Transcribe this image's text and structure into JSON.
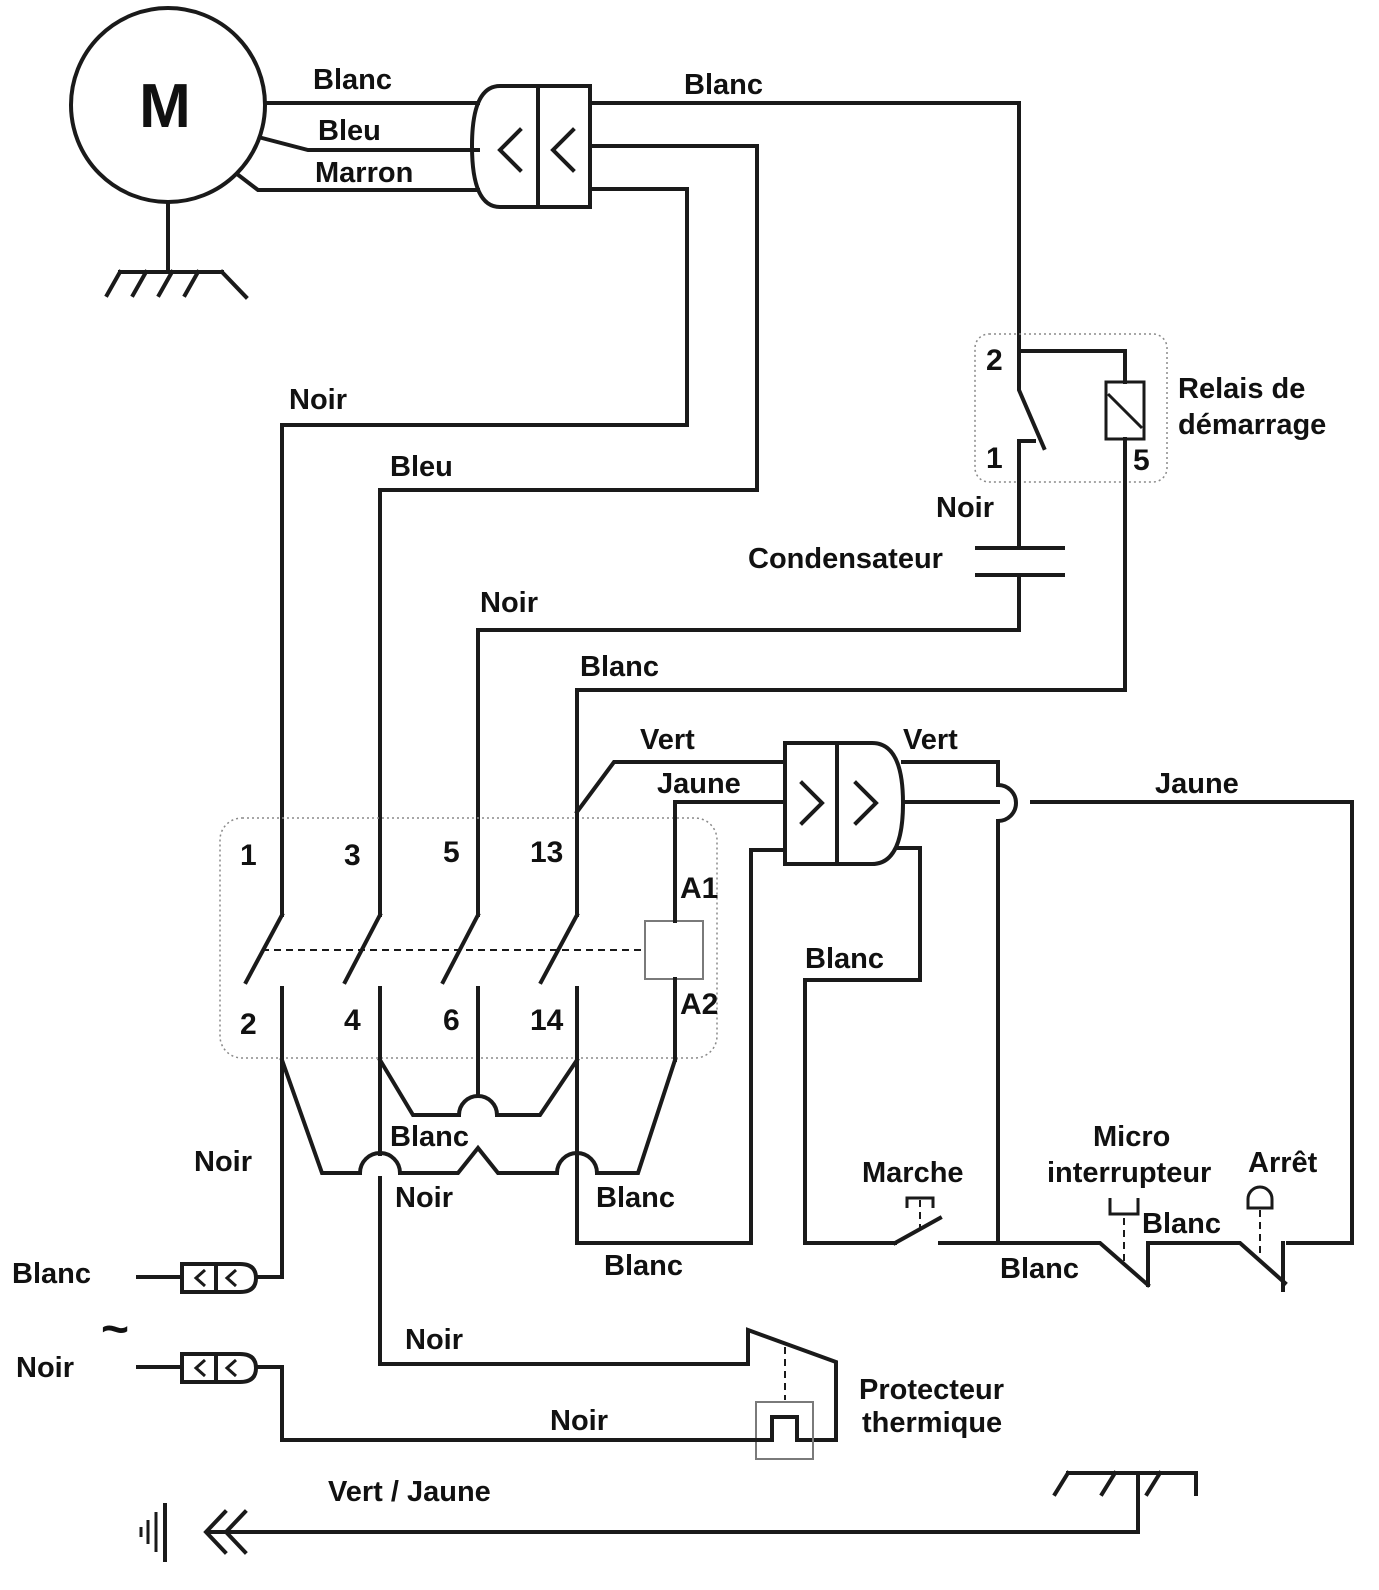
{
  "motor": {
    "symbol": "M"
  },
  "motor_wires": {
    "blanc": "Blanc",
    "bleu": "Bleu",
    "marron": "Marron"
  },
  "wires": {
    "blanc_top": "Blanc",
    "noir_1": "Noir",
    "bleu_3": "Bleu",
    "noir_5": "Noir",
    "blanc_13": "Blanc",
    "vert_left": "Vert",
    "jaune_left": "Jaune",
    "vert_right": "Vert",
    "jaune_right": "Jaune",
    "noir_cond": "Noir",
    "blanc_mid": "Blanc",
    "blanc_bridge": "Blanc",
    "noir_bridge": "Noir",
    "blanc_14": "Blanc",
    "blanc_bottom": "Blanc",
    "noir_left": "Noir",
    "noir_thermal_top": "Noir",
    "noir_thermal_bottom": "Noir",
    "blanc_micro_left": "Blanc",
    "blanc_micro_right": "Blanc",
    "ground": "Vert / Jaune"
  },
  "components": {
    "relay": {
      "label_1": "Relais de",
      "label_2": "démarrage",
      "t2": "2",
      "t1": "1",
      "t5": "5"
    },
    "capacitor": {
      "label": "Condensateur"
    },
    "contactor": {
      "top_terminals": [
        "1",
        "3",
        "5",
        "13"
      ],
      "bottom_terminals": [
        "2",
        "4",
        "6",
        "14"
      ],
      "coil_a1": "A1",
      "coil_a2": "A2"
    },
    "marche": {
      "label": "Marche"
    },
    "micro": {
      "label_1": "Micro",
      "label_2": "interrupteur"
    },
    "arret": {
      "label": "Arrêt"
    },
    "thermal": {
      "label_1": "Protecteur",
      "label_2": "thermique"
    }
  },
  "supply": {
    "blanc": "Blanc",
    "noir": "Noir",
    "ac_symbol": "~"
  }
}
